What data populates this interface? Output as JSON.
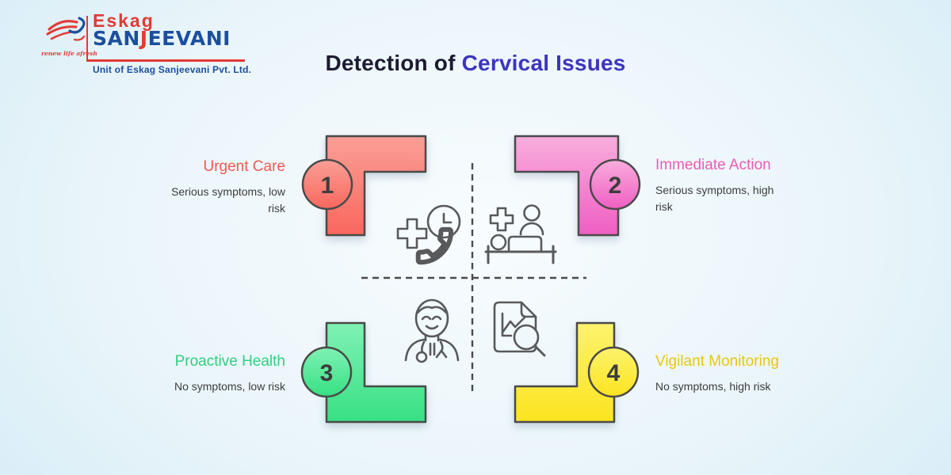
{
  "header": {
    "title_prefix": "Detection of ",
    "title_highlight": "Cervical Issues"
  },
  "logo": {
    "tagline": "renew life afresh",
    "brand_first": "Eskag",
    "brand_seg1": "SAN",
    "brand_j": "J",
    "brand_seg2": "EEVANI",
    "unit_line": "Unit of Eskag Sanjeevani Pvt. Ltd."
  },
  "quadrants": [
    {
      "number": "1",
      "title": "Urgent Care",
      "description": "Serious symptoms, low risk",
      "accent": "#ee5a52",
      "shape_light": "#fb9f96",
      "shape_dark": "#f9675e",
      "icon": "emergency-call-icon"
    },
    {
      "number": "2",
      "title": "Immediate Action",
      "description": "Serious symptoms, high risk",
      "accent": "#ea5cb5",
      "shape_light": "#f9aedd",
      "shape_dark": "#ef5ec2",
      "icon": "hospital-bed-icon"
    },
    {
      "number": "3",
      "title": "Proactive Health",
      "description": "No symptoms, low risk",
      "accent": "#2fd07e",
      "shape_light": "#7ff1b3",
      "shape_dark": "#37e084",
      "icon": "doctor-icon"
    },
    {
      "number": "4",
      "title": "Vigilant Monitoring",
      "description": "No symptoms, high risk",
      "accent": "#e8c70e",
      "shape_light": "#fdf26d",
      "shape_dark": "#fbe41f",
      "icon": "report-analysis-icon"
    }
  ],
  "colors": {
    "title_dark": "#1d1b31",
    "title_accent": "#3c35c0",
    "outline": "#4a4a4a",
    "icon_stroke": "#58595b",
    "description_text": "#3c3c3c",
    "logo_red": "#e23a36",
    "logo_blue": "#1c4f9e",
    "background_edge": "#cbe7f4",
    "background_center": "#f8fcfe"
  }
}
